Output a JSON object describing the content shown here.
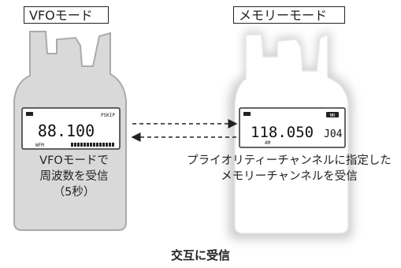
{
  "labels": {
    "vfo_mode": "VFOモード",
    "memory_mode": "メモリーモード"
  },
  "vfo_radio": {
    "lcd_icon": "PSKIP",
    "lcd_freq": "88.100",
    "lcd_mode": "WFM",
    "caption_lines": [
      "VFOモードで",
      "周波数を受信",
      "（5秒）"
    ]
  },
  "memory_radio": {
    "lcd_freq": "118.050",
    "lcd_channel": "J04",
    "lcd_badge": "MR",
    "lcd_mode": "AM",
    "caption_lines": [
      "プライオリティーチャンネルに指定した",
      "メモリーチャンネルを受信"
    ]
  },
  "bottom_caption": "交互に受信",
  "colors": {
    "vfo_body_fill": "#d9d9d9",
    "body_stroke": "#aaaaaa",
    "memory_glow": "#cfcfcf",
    "lcd_fill": "#ffffff",
    "lcd_stroke": "#333333",
    "arrow": "#222222"
  },
  "icons": [
    "battery-icon",
    "signal-meter-icon",
    "dashed-arrow-right-icon",
    "dashed-arrow-left-icon"
  ]
}
